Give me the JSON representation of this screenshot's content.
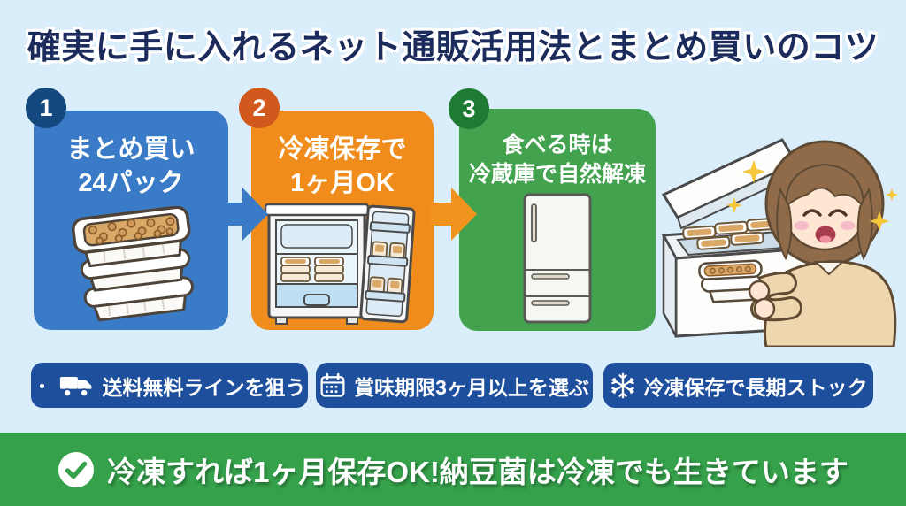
{
  "title": "確実に手に入れるネット通販活用法とまとめ買いのコツ",
  "steps": [
    {
      "number": "1",
      "line1": "まとめ買い",
      "line2": "24パック",
      "box_color": "#3a7bc8",
      "badge_color": "#14497f",
      "illustration": "natto-pack-stack"
    },
    {
      "number": "2",
      "line1": "冷凍保存で",
      "line2": "1ヶ月OK",
      "box_color": "#ef8c1c",
      "badge_color": "#d2591d",
      "illustration": "freezer-open-door"
    },
    {
      "number": "3",
      "line1": "食べる時は",
      "line2": "冷蔵庫で自然解凍",
      "box_color": "#42a24e",
      "badge_color": "#1e7b34",
      "illustration": "refrigerator"
    }
  ],
  "arrows": [
    {
      "icon": "arrow-right-icon",
      "color": "#3a7bc8"
    },
    {
      "icon": "arrow-right-icon",
      "color": "#f0941d"
    }
  ],
  "tips": [
    {
      "bullet": "・",
      "icon": "truck-icon",
      "label": "送料無料ラインを狙う"
    },
    {
      "icon": "calendar-icon",
      "label": "賞味期限3ヶ月以上を選ぶ"
    },
    {
      "icon": "snowflake-icon",
      "label": "冷凍保存で長期ストック"
    }
  ],
  "banner": {
    "icon": "check-circle-icon",
    "text": "冷凍すれば1ヶ月保存OK!納豆菌は冷凍でも生きています",
    "color": "#35a14b"
  },
  "right_illustration": "woman-stocking-chest-freezer",
  "colors": {
    "background": "#d9edfa",
    "title_text": "#1b2c5c",
    "tip_pill": "#1d4f9c",
    "white": "#ffffff",
    "natto_beans": "#d9a766",
    "outline": "#4a4a4a"
  }
}
